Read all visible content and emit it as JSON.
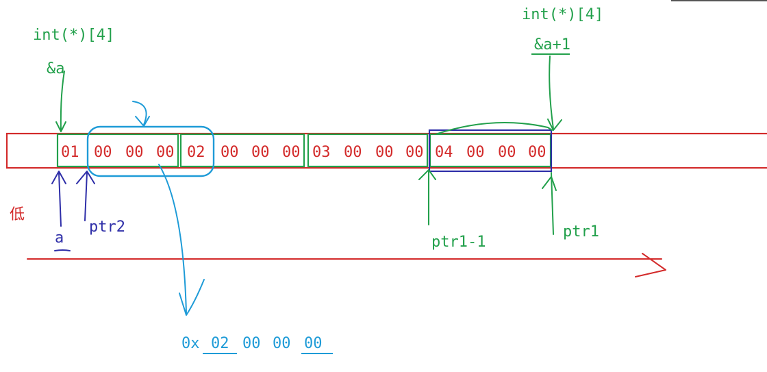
{
  "colors": {
    "green": "#22a04b",
    "red": "#d32a2a",
    "blue": "#2e2ea8",
    "cyan": "#1e9bd7"
  },
  "labels": {
    "type_left": "int(*)[4]",
    "addr_a": "&a",
    "type_right": "int(*)[4]",
    "addr_a_plus1": "&a+1",
    "low": "低",
    "a": "a",
    "ptr2": "ptr2",
    "ptr1_minus1": "ptr1-1",
    "ptr1": "ptr1",
    "hex_prefix": "0x",
    "hex_bytes": [
      "02",
      "00",
      "00",
      "00"
    ]
  },
  "memory": {
    "bytes": [
      [
        "01",
        "00",
        "00",
        "00"
      ],
      [
        "02",
        "00",
        "00",
        "00"
      ],
      [
        "03",
        "00",
        "00",
        "00"
      ],
      [
        "04",
        "00",
        "00",
        "00"
      ]
    ]
  }
}
